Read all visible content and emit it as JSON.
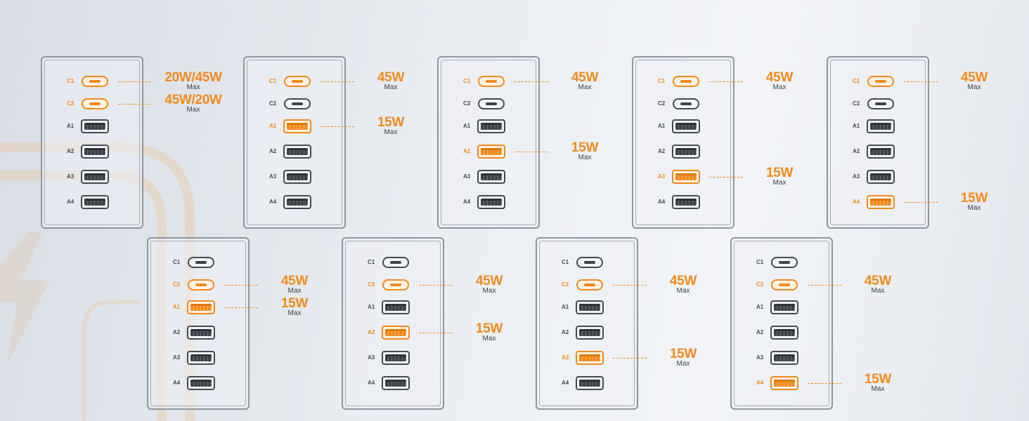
{
  "labels": {
    "max": "Max"
  },
  "colors": {
    "accent": "#f08a1c",
    "port": "#444a52",
    "frame": "#8f969f"
  },
  "panels": [
    {
      "ports": [
        {
          "id": "C1",
          "active": true,
          "watt": "20W/45W"
        },
        {
          "id": "C2",
          "active": true,
          "watt": "45W/20W"
        },
        {
          "id": "A1",
          "active": false
        },
        {
          "id": "A2",
          "active": false
        },
        {
          "id": "A3",
          "active": false
        },
        {
          "id": "A4",
          "active": false
        }
      ]
    },
    {
      "ports": [
        {
          "id": "C1",
          "active": true,
          "watt": "45W"
        },
        {
          "id": "C2",
          "active": false
        },
        {
          "id": "A1",
          "active": true,
          "watt": "15W"
        },
        {
          "id": "A2",
          "active": false
        },
        {
          "id": "A3",
          "active": false
        },
        {
          "id": "A4",
          "active": false
        }
      ]
    },
    {
      "ports": [
        {
          "id": "C1",
          "active": true,
          "watt": "45W"
        },
        {
          "id": "C2",
          "active": false
        },
        {
          "id": "A1",
          "active": false
        },
        {
          "id": "A2",
          "active": true,
          "watt": "15W"
        },
        {
          "id": "A3",
          "active": false
        },
        {
          "id": "A4",
          "active": false
        }
      ]
    },
    {
      "ports": [
        {
          "id": "C1",
          "active": true,
          "watt": "45W"
        },
        {
          "id": "C2",
          "active": false
        },
        {
          "id": "A1",
          "active": false
        },
        {
          "id": "A2",
          "active": false
        },
        {
          "id": "A3",
          "active": true,
          "watt": "15W"
        },
        {
          "id": "A4",
          "active": false
        }
      ]
    },
    {
      "ports": [
        {
          "id": "C1",
          "active": true,
          "watt": "45W"
        },
        {
          "id": "C2",
          "active": false
        },
        {
          "id": "A1",
          "active": false
        },
        {
          "id": "A2",
          "active": false
        },
        {
          "id": "A3",
          "active": false
        },
        {
          "id": "A4",
          "active": true,
          "watt": "15W"
        }
      ]
    },
    {
      "ports": [
        {
          "id": "C1",
          "active": false
        },
        {
          "id": "C2",
          "active": true,
          "watt": "45W"
        },
        {
          "id": "A1",
          "active": true,
          "watt": "15W"
        },
        {
          "id": "A2",
          "active": false
        },
        {
          "id": "A3",
          "active": false
        },
        {
          "id": "A4",
          "active": false
        }
      ]
    },
    {
      "ports": [
        {
          "id": "C1",
          "active": false
        },
        {
          "id": "C2",
          "active": true,
          "watt": "45W"
        },
        {
          "id": "A1",
          "active": false
        },
        {
          "id": "A2",
          "active": true,
          "watt": "15W"
        },
        {
          "id": "A3",
          "active": false
        },
        {
          "id": "A4",
          "active": false
        }
      ]
    },
    {
      "ports": [
        {
          "id": "C1",
          "active": false
        },
        {
          "id": "C2",
          "active": true,
          "watt": "45W"
        },
        {
          "id": "A1",
          "active": false
        },
        {
          "id": "A2",
          "active": false
        },
        {
          "id": "A3",
          "active": true,
          "watt": "15W"
        },
        {
          "id": "A4",
          "active": false
        }
      ]
    },
    {
      "ports": [
        {
          "id": "C1",
          "active": false
        },
        {
          "id": "C2",
          "active": true,
          "watt": "45W"
        },
        {
          "id": "A1",
          "active": false
        },
        {
          "id": "A2",
          "active": false
        },
        {
          "id": "A3",
          "active": false
        },
        {
          "id": "A4",
          "active": true,
          "watt": "15W"
        }
      ]
    }
  ]
}
